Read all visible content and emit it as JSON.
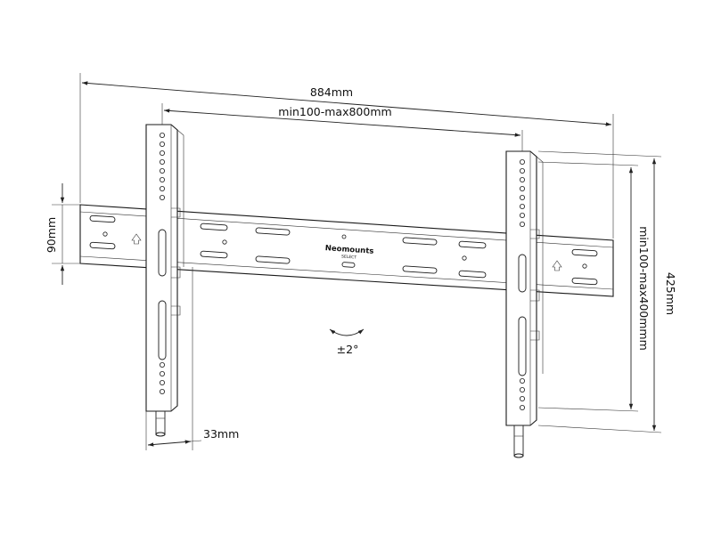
{
  "dimensions": {
    "total_width": "884mm",
    "vesa_horizontal": "min100-max800mm",
    "rail_height": "90mm",
    "total_height": "425mm",
    "vesa_vertical": "min100-max400mmm",
    "depth": "33mm",
    "tilt": "±2°"
  },
  "brand": {
    "name": "Neomounts",
    "line": "SELECT"
  }
}
